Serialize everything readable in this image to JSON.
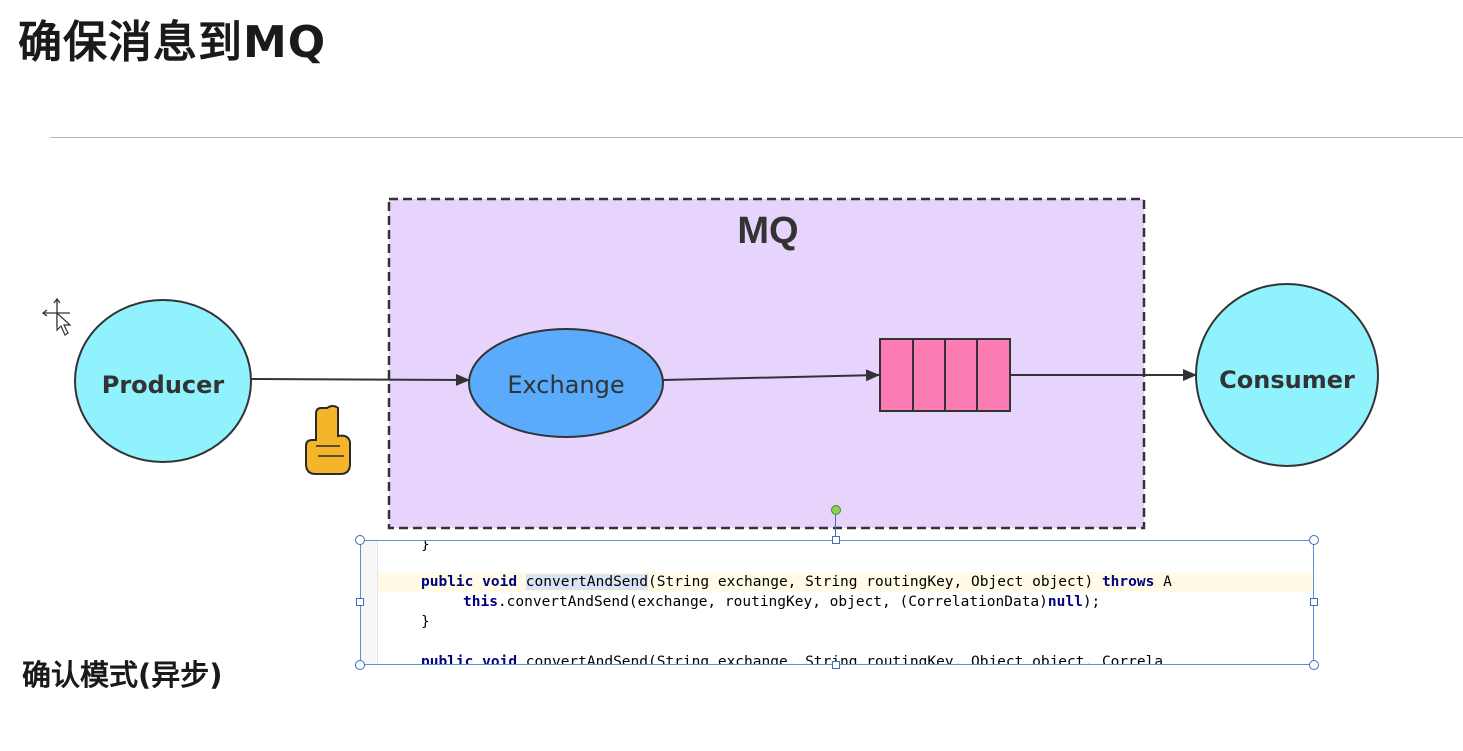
{
  "slide": {
    "title": "确保消息到MQ",
    "subtitle": "确认模式(异步)"
  },
  "diagram": {
    "mq_label": "MQ",
    "producer_label": "Producer",
    "exchange_label": "Exchange",
    "consumer_label": "Consumer",
    "queue_cells": 4,
    "colors": {
      "mq_fill": "#e6d4fc",
      "node_fill": "#8ff2fc",
      "exchange_fill": "#5aabfc",
      "queue_fill": "#fc7cb4"
    }
  },
  "pointer_emoji": "☝",
  "code": {
    "line1": "}",
    "line2_kw1": "public",
    "line2_kw2": "void",
    "line2_method": "convertAndSend",
    "line2_rest": "(String exchange, String routingKey, Object object) ",
    "line2_kw3": "throws",
    "line2_tail": " A",
    "line3_kw1": "this",
    "line3_rest": ".convertAndSend(exchange, routingKey, object, (CorrelationData)",
    "line3_kw2": "null",
    "line3_end": ");",
    "line4": "}",
    "line6_kw1": "public",
    "line6_kw2": "void",
    "line6_rest": "convertAndSend(String exchange, String routingKey, Object object, Correla"
  }
}
